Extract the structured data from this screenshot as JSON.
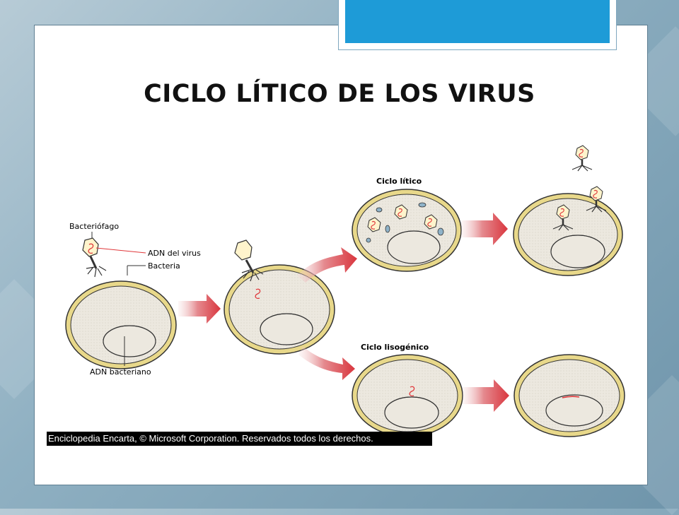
{
  "slide": {
    "title": "CICLO LÍTICO DE LOS VIRUS"
  },
  "diagram": {
    "labels": {
      "bacteriofago": "Bacteriófago",
      "adn_virus": "ADN del virus",
      "bacteria": "Bacteria",
      "adn_bacteriano": "ADN bacteriano",
      "ciclo_litico": "Ciclo lítico",
      "ciclo_lisogenico": "Ciclo lisogénico"
    },
    "caption": "Enciclopedia Encarta, © Microsoft Corporation. Reservados todos los derechos."
  },
  "colors": {
    "accent": "#1e9bd7",
    "cell_membrane": "#e8d88a",
    "cell_fill": "#ebe6dc",
    "arrow": "#d9363e",
    "viral_dna": "#e0383b"
  }
}
